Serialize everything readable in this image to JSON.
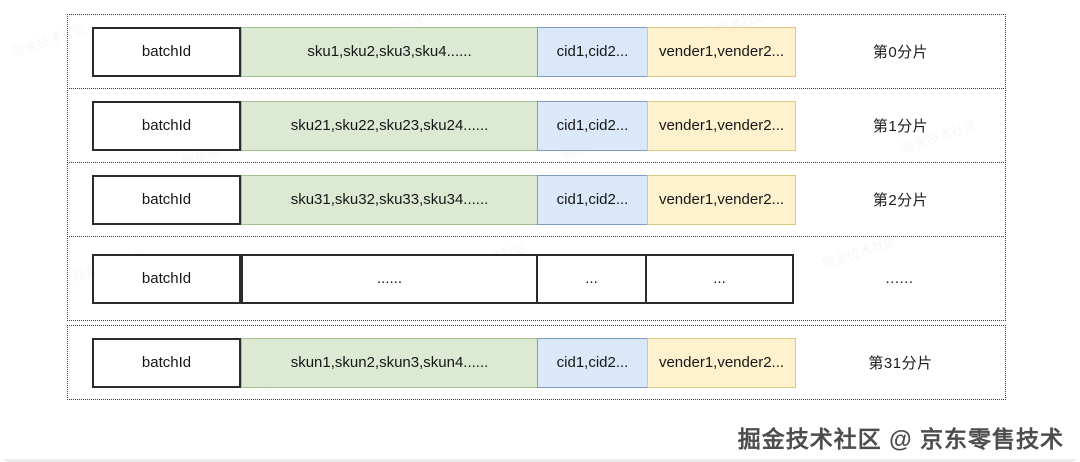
{
  "rows": [
    {
      "batch": "batchId",
      "sku": "sku1,sku2,sku3,sku4......",
      "cid": "cid1,cid2...",
      "vender": "vender1,vender2...",
      "label": "第0分片"
    },
    {
      "batch": "batchId",
      "sku": "sku21,sku22,sku23,sku24......",
      "cid": "cid1,cid2...",
      "vender": "vender1,vender2...",
      "label": "第1分片"
    },
    {
      "batch": "batchId",
      "sku": "sku31,sku32,sku33,sku34......",
      "cid": "cid1,cid2...",
      "vender": "vender1,vender2...",
      "label": "第2分片"
    },
    {
      "batch": "batchId",
      "sku": "......",
      "cid": "...",
      "vender": "...",
      "label": "......"
    },
    {
      "batch": "batchId",
      "sku": "skun1,skun2,skun3,skun4......",
      "cid": "cid1,cid2...",
      "vender": "vender1,vender2...",
      "label": "第31分片"
    }
  ],
  "watermark": {
    "footer": "掘金技术社区 @ 京东零售技术",
    "tile": "掘金技术社区"
  },
  "colors": {
    "green-fill": "#dcead4",
    "green-border": "#a2c18f",
    "blue-fill": "#dae8fa",
    "blue-border": "#7e9cc2",
    "yellow-fill": "#fdf2cd",
    "yellow-border": "#dfc87f",
    "cell-border": "#2b2b2b",
    "dash-border": "#3c3c3c"
  }
}
